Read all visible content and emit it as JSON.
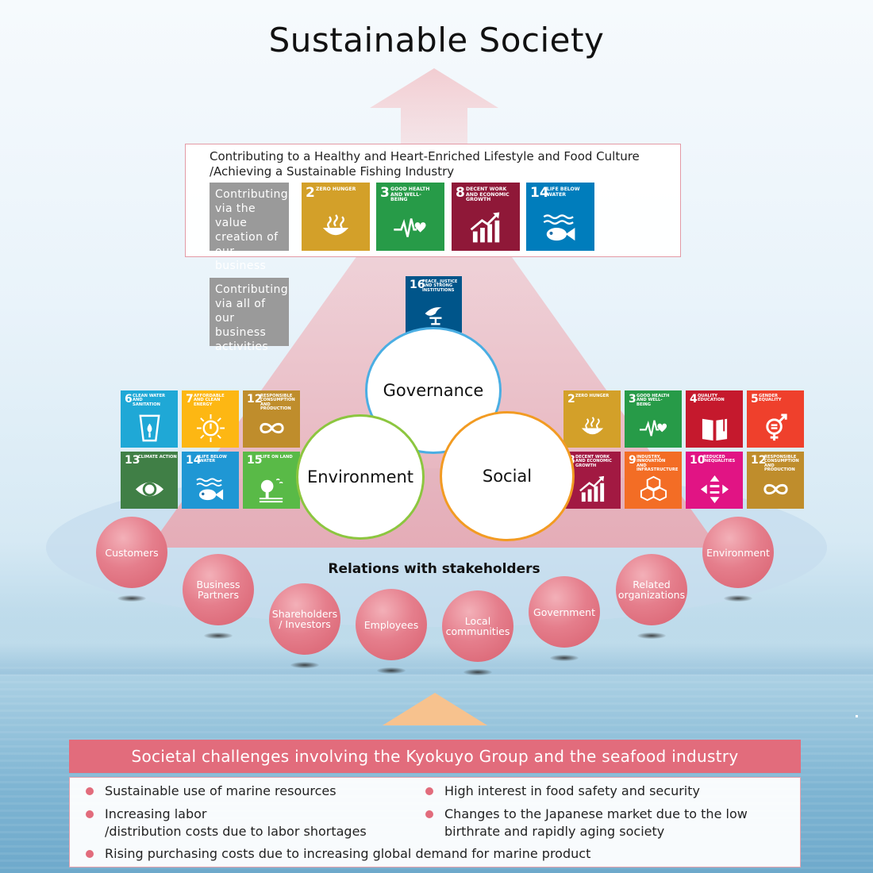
{
  "title": "Sustainable Society",
  "top_box": {
    "heading": "Contributing to a Healthy and Heart-Enriched Lifestyle and Food Culture\n/Achieving a Sustainable Fishing Industry",
    "label": "Contributing via the value creation of our business",
    "sdgs": [
      {
        "num": "2",
        "name": "Zero hunger",
        "color": "#d3a029",
        "icon": "bowl-icon"
      },
      {
        "num": "3",
        "name": "Good health and well-being",
        "color": "#279b48",
        "icon": "heartbeat-icon"
      },
      {
        "num": "8",
        "name": "Decent work and economic growth",
        "color": "#8f1838",
        "icon": "growth-chart-icon"
      },
      {
        "num": "14",
        "name": "Life below water",
        "color": "#007dbc",
        "icon": "fish-icon"
      }
    ]
  },
  "all_activities_label": "Contributing via all of our business activities",
  "governance": {
    "label": "Governance",
    "sdg": {
      "num": "16",
      "name": "Peace, justice and strong institutions",
      "color": "#00558a",
      "icon": "dove-icon"
    }
  },
  "environment": {
    "label": "Environment",
    "sdgs": [
      {
        "num": "6",
        "name": "Clean water and sanitation",
        "color": "#1fa8d6",
        "icon": "water-glass-icon"
      },
      {
        "num": "7",
        "name": "Affordable and clean energy",
        "color": "#fdb713",
        "icon": "sun-power-icon"
      },
      {
        "num": "12",
        "name": "Responsible consumption and production",
        "color": "#bf8d2c",
        "icon": "infinity-icon"
      },
      {
        "num": "13",
        "name": "Climate action",
        "color": "#407f46",
        "icon": "eye-globe-icon"
      },
      {
        "num": "14",
        "name": "Life below water",
        "color": "#1f97d4",
        "icon": "fish-icon"
      },
      {
        "num": "15",
        "name": "Life on land",
        "color": "#59ba47",
        "icon": "tree-icon"
      }
    ]
  },
  "social": {
    "label": "Social",
    "sdgs": [
      {
        "num": "2",
        "name": "Zero hunger",
        "color": "#d3a029",
        "icon": "bowl-icon"
      },
      {
        "num": "3",
        "name": "Good health and well-being",
        "color": "#279b48",
        "icon": "heartbeat-icon"
      },
      {
        "num": "4",
        "name": "Quality education",
        "color": "#c5192d",
        "icon": "book-icon"
      },
      {
        "num": "5",
        "name": "Gender equality",
        "color": "#ef402c",
        "icon": "gender-icon"
      },
      {
        "num": "8",
        "name": "Decent work and economic growth",
        "color": "#a21942",
        "icon": "growth-chart-icon"
      },
      {
        "num": "9",
        "name": "Industry, innovation and infrastructure",
        "color": "#f36d25",
        "icon": "cubes-icon"
      },
      {
        "num": "10",
        "name": "Reduced inequalities",
        "color": "#e11484",
        "icon": "equality-icon"
      },
      {
        "num": "12",
        "name": "Responsible consumption and production",
        "color": "#bf8d2c",
        "icon": "infinity-icon"
      }
    ]
  },
  "stakeholders": {
    "label": "Relations with stakeholders",
    "items": [
      "Customers",
      "Business\nPartners",
      "Shareholders\n/ Investors",
      "Employees",
      "Local\ncommunities",
      "Government",
      "Related\norganizations",
      "Environment"
    ]
  },
  "challenges": {
    "title": "Societal challenges involving the Kyokuyo Group and the seafood industry",
    "items": [
      "Sustainable use of marine resources",
      "High interest in food safety and security",
      "Increasing labor\n/distribution costs due to labor shortages",
      "Changes to the Japanese market due to the low\nbirthrate and rapidly aging society",
      "Rising purchasing costs due to increasing global demand for marine product"
    ]
  },
  "colors": {
    "accent": "#e26c7c",
    "governance_ring": "#4aaee3",
    "environment_ring": "#8cc63f",
    "social_ring": "#f29b22"
  }
}
